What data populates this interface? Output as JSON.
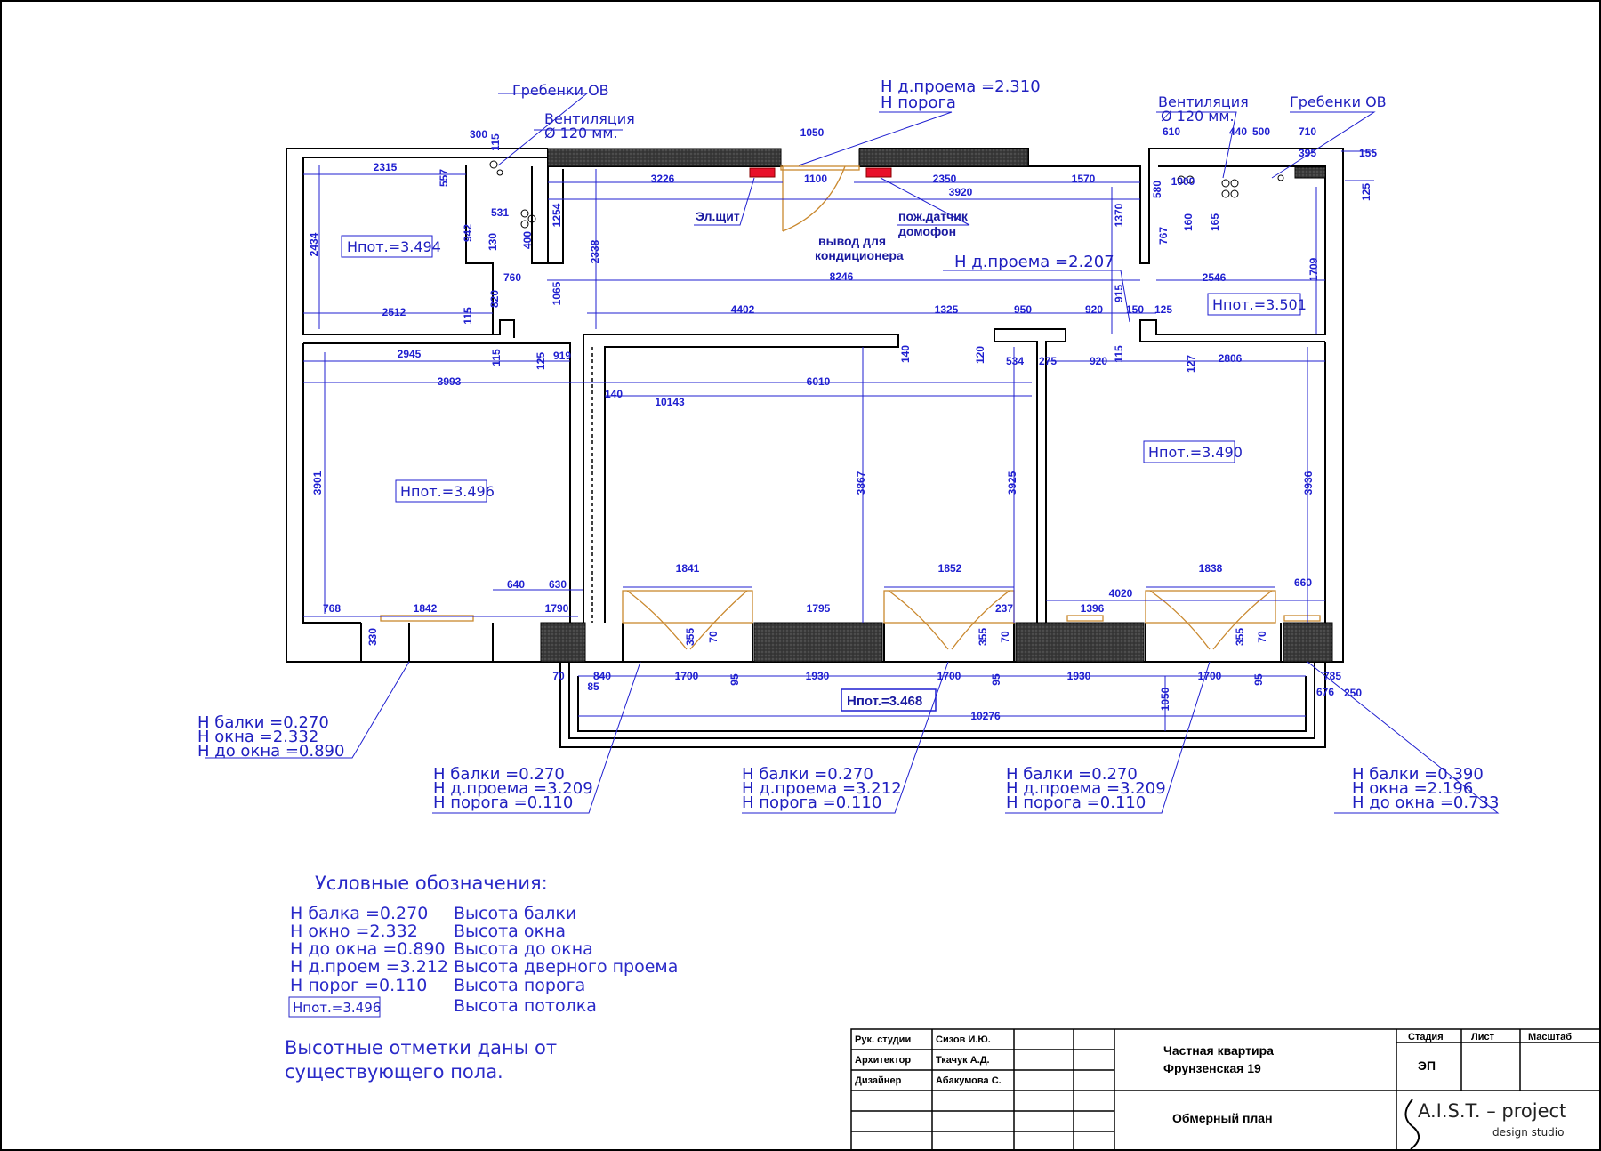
{
  "notes": {
    "grebenki_left": "Гребенки ОВ",
    "vent_left_1": "Вентиляция",
    "vent_left_2": "Ø 120 мм.",
    "door_top_1": "H  д.проема =2.310",
    "door_top_2": "H  порога",
    "vent_right_1": "Вентиляция",
    "vent_right_2": "Ø 120 мм.",
    "grebenki_right": "Гребенки ОВ",
    "el_shield": "Эл.щит",
    "ac_1": "вывод для",
    "ac_2": "кондиционера",
    "fire_1": "пож.датчик",
    "fire_2": "домофон",
    "door_mid": "H  д.проема =2.207"
  },
  "rooms": {
    "r1": "Hпот.=3.494",
    "r2": "Hпот.=3.496",
    "r3": "Hпот.=3.490",
    "r4": "Hпот.=3.501",
    "balcony": "Hпот.=3.468"
  },
  "callouts": [
    [
      "H  балки =0.270",
      "H  окна =2.332",
      "H  до окна =0.890"
    ],
    [
      "H  балки =0.270",
      "H  д.проема =3.209",
      "H  порога =0.110"
    ],
    [
      "H  балки =0.270",
      "H  д.проема =3.212",
      "H  порога =0.110"
    ],
    [
      "H  балки =0.270",
      "H  д.проема =3.209",
      "H  порога =0.110"
    ],
    [
      "H  балки =0.390",
      "H  окна =2.196",
      "H  до окна =0.733"
    ]
  ],
  "legend": {
    "title": "Условные обозначения:",
    "rows": [
      [
        "H  балка =0.270",
        "Высота балки"
      ],
      [
        "H  окно =2.332",
        "Высота окна"
      ],
      [
        "H  до окна =0.890",
        "Высота до окна"
      ],
      [
        "H  д.проем =3.212",
        "Высота дверного проема"
      ],
      [
        "H  порог =0.110",
        "Высота порога"
      ],
      [
        "Hпот.=3.496",
        "Высота потолка"
      ]
    ],
    "note_1": "Высотные отметки даны от",
    "note_2": "существующего пола."
  },
  "title_block": {
    "roles": [
      "Рук. студии",
      "Архитектор",
      "Дизайнер"
    ],
    "names": [
      "Сизов И.Ю.",
      "Ткачук А.Д.",
      "Абакумова С."
    ],
    "project_1": "Частная квартира",
    "project_2": "Фрунзенская 19",
    "sheet_title": "Обмерный план",
    "headers": [
      "Стадия",
      "Лист",
      "Масштаб"
    ],
    "stage": "ЭП",
    "brand": "A.I.S.T. – project",
    "brand_sub": "design studio"
  },
  "dims": [
    "300",
    "115",
    "2315",
    "557",
    "942",
    "531",
    "130",
    "400",
    "2434",
    "1254",
    "2338",
    "1065",
    "820",
    "760",
    "2512",
    "115",
    "1050",
    "3226",
    "1100",
    "2350",
    "3920",
    "1570",
    "8246",
    "1370",
    "580",
    "767",
    "1000",
    "160",
    "165",
    "610",
    "440",
    "500",
    "710",
    "395",
    "155",
    "125",
    "2546",
    "1709",
    "915",
    "150",
    "125",
    "4402",
    "1325",
    "950",
    "920",
    "2945",
    "115",
    "125",
    "919",
    "140",
    "120",
    "534",
    "275",
    "920",
    "115",
    "127",
    "2806",
    "3993",
    "6010",
    "10143",
    "140",
    "3901",
    "3867",
    "3925",
    "3936",
    "1841",
    "1852",
    "1838",
    "640",
    "630",
    "4020",
    "660",
    "768",
    "1842",
    "1790",
    "1795",
    "237",
    "1396",
    "330",
    "355",
    "70",
    "355",
    "70",
    "355",
    "70",
    "70",
    "840",
    "85",
    "1700",
    "95",
    "1930",
    "1700",
    "95",
    "1930",
    "1700",
    "95",
    "785",
    "676",
    "250",
    "1050",
    "10276"
  ],
  "colors": {
    "wall": "#000000",
    "dim": "#1f1fd0",
    "hatch": "#333333",
    "electric": "#e8102a",
    "door": "#c9882e"
  }
}
